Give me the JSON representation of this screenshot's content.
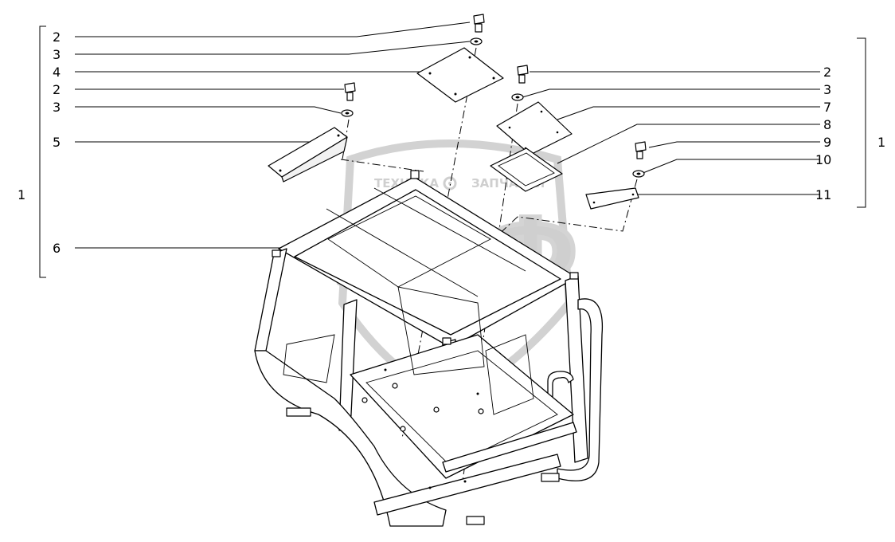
{
  "watermark": {
    "top_text_left": "ТЕХНИКА",
    "top_text_right": "ЗАПЧАСТИ",
    "logo": "ЭПФ",
    "gear_icon": "gear-icon"
  },
  "callouts_left": [
    "2",
    "3",
    "4",
    "2",
    "3",
    "5",
    "6"
  ],
  "callouts_right": [
    "2",
    "3",
    "7",
    "8",
    "9",
    "10",
    "11"
  ],
  "group_left": "1",
  "group_right": "1"
}
